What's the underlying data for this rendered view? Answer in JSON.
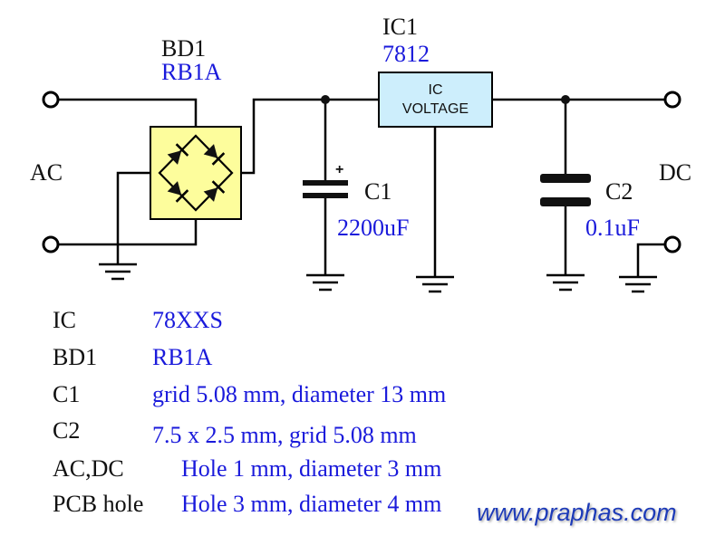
{
  "components": {
    "bd1": {
      "ref": "BD1",
      "value": "RB1A"
    },
    "ic1": {
      "ref": "IC1",
      "value": "7812",
      "body_line1": "IC",
      "body_line2": "VOLTAGE",
      "body_color": "#cdeefc"
    },
    "c1": {
      "ref": "C1",
      "value": "2200uF",
      "polarity": "+"
    },
    "c2": {
      "ref": "C2",
      "value": "0.1uF"
    },
    "ac_label": "AC",
    "dc_label": "DC"
  },
  "parts_table": [
    {
      "name": "IC",
      "spec": "78XXS"
    },
    {
      "name": "BD1",
      "spec": "RB1A"
    },
    {
      "name": "C1",
      "spec": "grid 5.08 mm, diameter 13 mm"
    },
    {
      "name": "C2",
      "spec": "7.5 x 2.5 mm, grid 5.08 mm"
    },
    {
      "name": "AC,DC",
      "spec": "Hole 1 mm, diameter 3 mm"
    },
    {
      "name": "PCB hole",
      "spec": "Hole 3 mm, diameter 4 mm"
    }
  ],
  "watermark": "www.praphas.com",
  "colors": {
    "label_blue": "#1a1adb",
    "bridge_fill": "#fdfd9c",
    "ic_fill": "#cdeefc"
  }
}
